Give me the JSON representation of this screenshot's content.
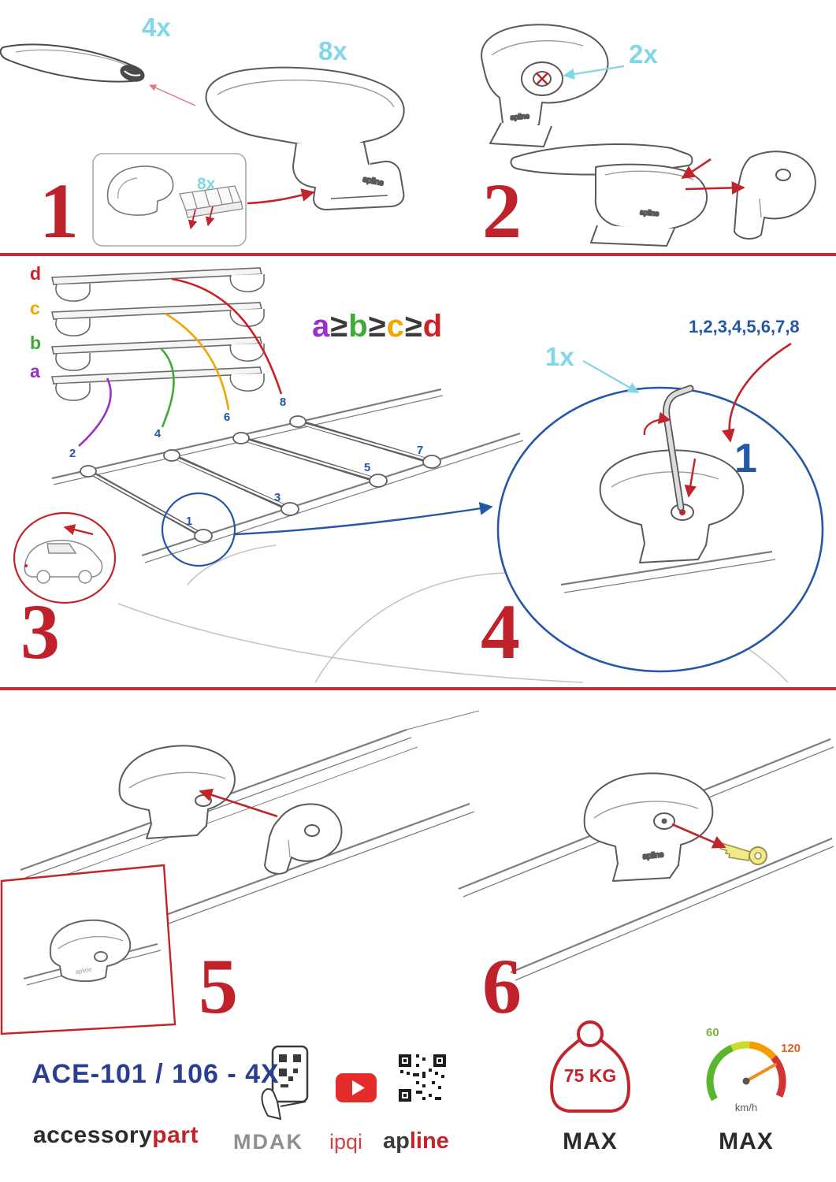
{
  "colors": {
    "red": "#c2242c",
    "divider_red": "#d6252c",
    "cyan": "#82d7e6",
    "blue": "#2457a7",
    "navy": "#2a3f93",
    "purple": "#9b2fc9",
    "green": "#3faa35",
    "orange": "#f0a500"
  },
  "steps": {
    "step1": {
      "number": "1",
      "bar_qty": "4x",
      "foot_qty": "8x",
      "pad_qty": "8x"
    },
    "step2": {
      "number": "2",
      "knob_qty": "2x"
    },
    "step3": {
      "number": "3",
      "bar_letters": [
        "d",
        "c",
        "b",
        "a"
      ],
      "formula": [
        "a",
        "≥",
        "b",
        "≥",
        "c",
        "≥",
        "d"
      ],
      "positions": [
        "1",
        "2",
        "3",
        "4",
        "5",
        "6",
        "7",
        "8"
      ]
    },
    "step4": {
      "number": "4",
      "tightening_order": "1,2,3,4,5,6,7,8",
      "tool_qty": "1x",
      "first_position": "1"
    },
    "step5": {
      "number": "5"
    },
    "step6": {
      "number": "6"
    }
  },
  "footer": {
    "model": "ACE-101 / 106 - 4X",
    "brand_black": "accessory",
    "brand_red": "part",
    "logo_mdak": "MDAK",
    "logo_ipqi": "ipqi",
    "logo_ap": "ap",
    "logo_line": "line",
    "foot_logo": "apline",
    "weight_value": "75 KG",
    "weight_max": "MAX",
    "speed_min": "60",
    "speed_max_value": "120",
    "speed_unit": "km/h",
    "speed_max": "MAX"
  }
}
